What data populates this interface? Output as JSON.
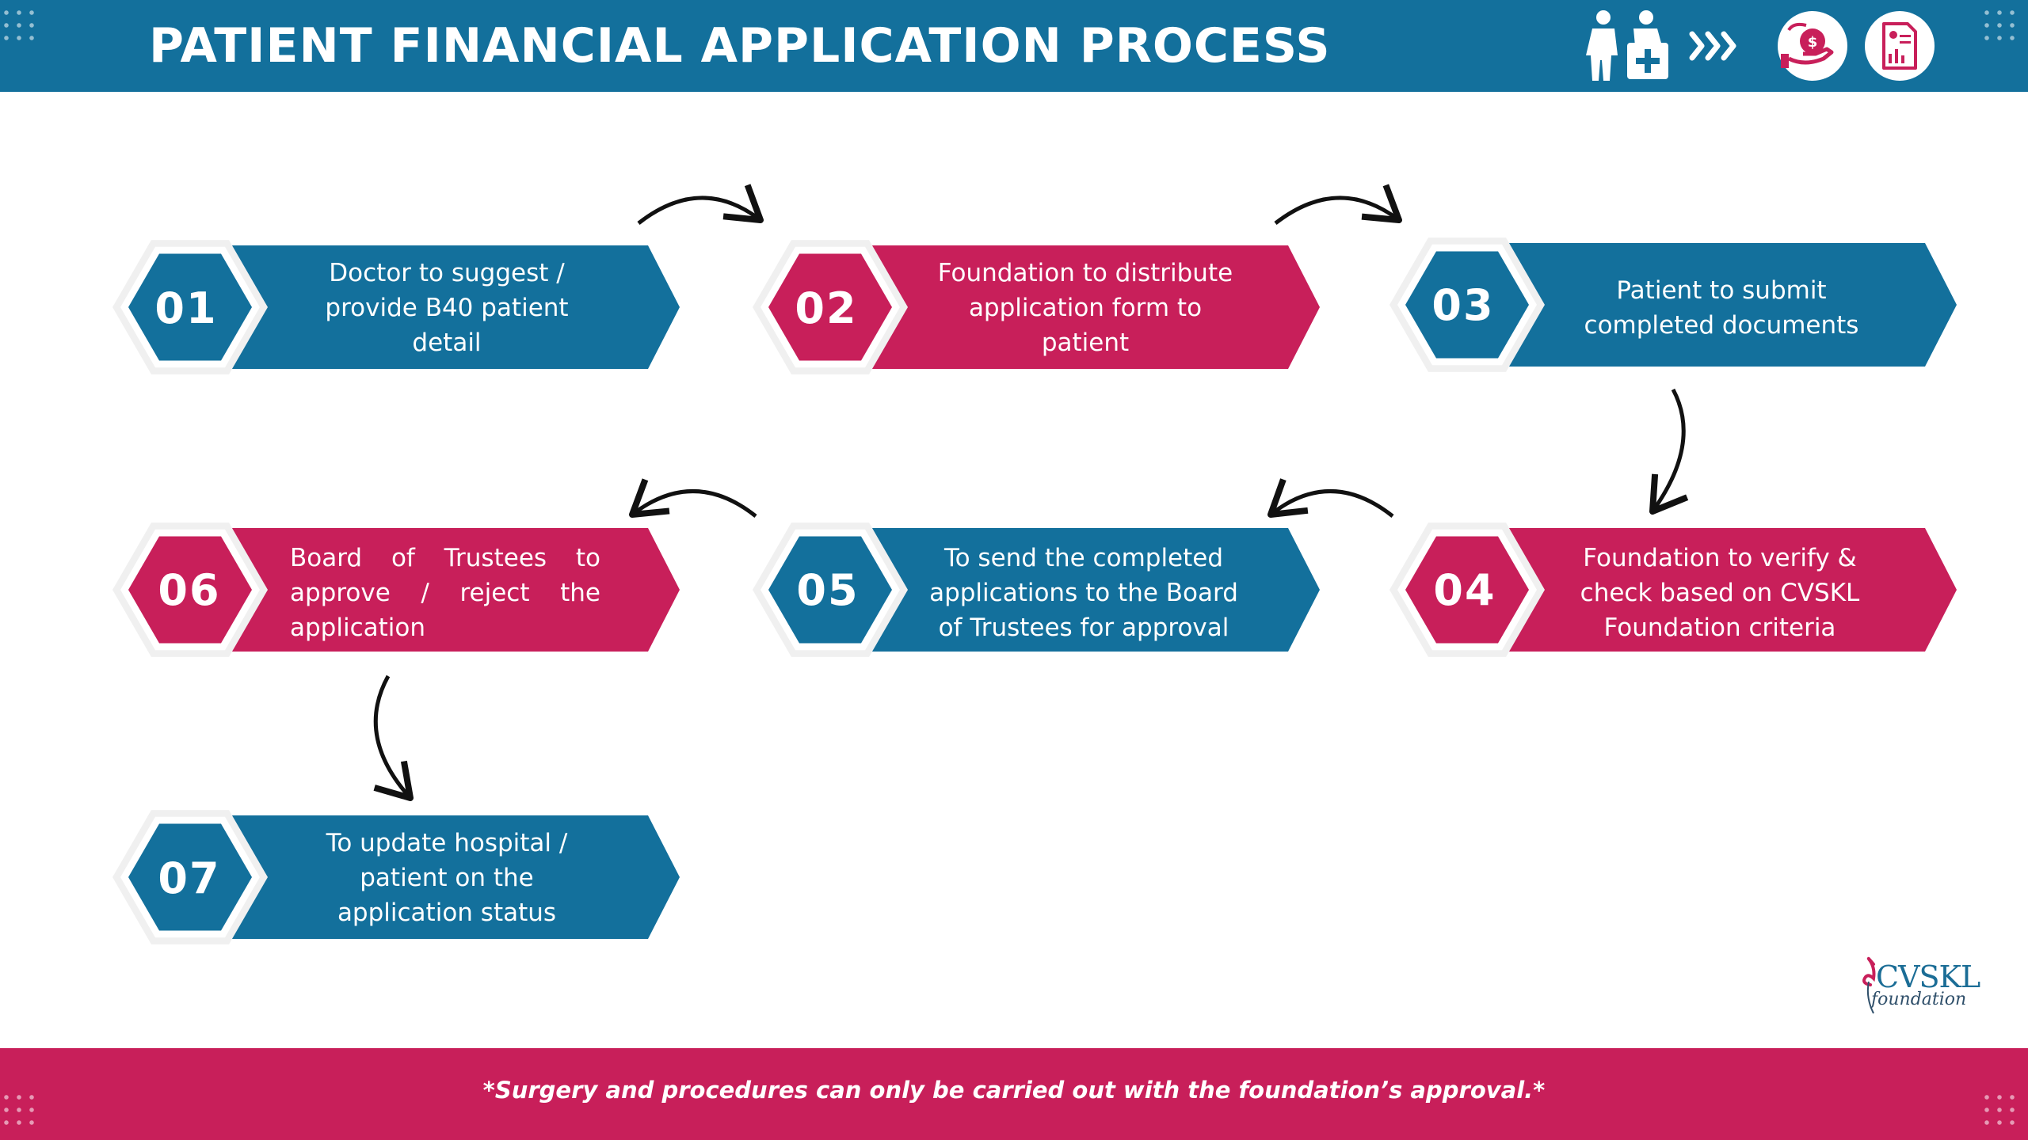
{
  "header": {
    "title": "PATIENT FINANCIAL APPLICATION PROCESS"
  },
  "icons": [
    "doctor-patient-icon",
    "triple-chevron-icon",
    "money-hand-icon",
    "report-document-icon"
  ],
  "colors": {
    "blue": "#13709c",
    "pink": "#c81f5a",
    "hex_border": "#f0f0f0"
  },
  "steps": [
    {
      "number": "01",
      "color": "blue",
      "lines": [
        "Doctor to suggest /",
        "provide B40 patient",
        "detail"
      ]
    },
    {
      "number": "02",
      "color": "pink",
      "lines": [
        "Foundation to distribute",
        "application form to",
        "patient"
      ]
    },
    {
      "number": "03",
      "color": "blue",
      "lines": [
        "Patient to submit",
        "completed documents"
      ]
    },
    {
      "number": "04",
      "color": "pink",
      "lines": [
        "Foundation to verify &",
        "check based on CVSKL",
        "Foundation criteria"
      ]
    },
    {
      "number": "05",
      "color": "blue",
      "lines": [
        "To send the completed",
        "applications to the Board",
        "of Trustees for approval"
      ]
    },
    {
      "number": "06",
      "color": "pink",
      "lines": [
        "Board of Trustees to",
        "approve / reject the",
        "application"
      ]
    },
    {
      "number": "07",
      "color": "blue",
      "lines": [
        "To update hospital /",
        "patient on the",
        "application status"
      ]
    }
  ],
  "logo": {
    "name": "CVSKL",
    "sub": "foundation"
  },
  "footer": {
    "note": "*Surgery and procedures can only be carried out with the foundation’s approval.*"
  }
}
